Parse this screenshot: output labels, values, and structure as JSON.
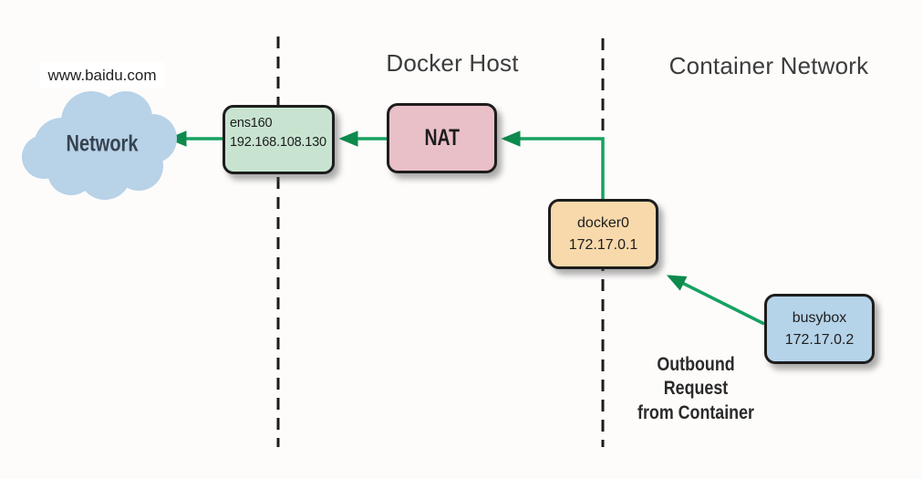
{
  "titles": {
    "docker_host": "Docker Host",
    "container_network": "Container Network"
  },
  "external_site": {
    "label": "www.baidu.com"
  },
  "cloud": {
    "label": "Network",
    "fill": "#b8d2e8"
  },
  "nodes": {
    "ens160": {
      "name": "ens160",
      "ip": "192.168.108.130",
      "fill": "#c8e4d0"
    },
    "nat": {
      "label": "NAT",
      "fill": "#e9c0c8"
    },
    "docker0": {
      "name": "docker0",
      "ip": "172.17.0.1",
      "fill": "#f8d9ab"
    },
    "busybox": {
      "name": "busybox",
      "ip": "172.17.0.2",
      "fill": "#b5d3e9"
    }
  },
  "annotation": {
    "text": "Outbound\nRequest\nfrom Container"
  },
  "colors": {
    "arrow_line": "#17a161",
    "arrow_head": "#0d8a4c",
    "dashed_boundary": "#1c1c1c",
    "node_border": "#1d1d1d"
  }
}
